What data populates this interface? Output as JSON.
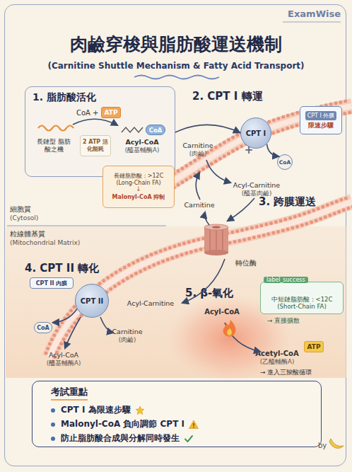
{
  "diagram": {
    "title": "肉鹼穿梭與脂肪酸運送機制",
    "nodes": [
      {
        "text": [
          "1. 脂肪酸活化"
        ]
      },
      {
        "text": [
          "ATP"
        ],
        "in": 0
      },
      {
        "text": [
          "2 ATP 活化能耗"
        ],
        "in": 0
      },
      {
        "text": [
          "CoA"
        ],
        "in": 0
      },
      {
        "text": [
          "長鏈脂肪酸：>12C (Long-Chain FA)",
          "↓",
          "Malonyl-CoA 抑制"
        ]
      },
      {
        "text": [
          "CPT I"
        ]
      },
      {
        "text": [
          "CPT I 外膜",
          "限速步驟"
        ]
      },
      {
        "text": [
          "CoA"
        ]
      },
      {
        "text": [
          "轉位酶"
        ]
      },
      {
        "text": [
          "CPT II"
        ]
      },
      {
        "text": [
          "CPT II 內膜"
        ]
      },
      {
        "text": [
          "CoA"
        ]
      },
      {
        "text": [
          "label_success",
          "中短鏈脂肪酸：<12C (Short-Chain FA)"
        ]
      },
      {
        "text": [
          "ATP"
        ]
      },
      {
        "text": [
          "考試重點",
          "CPT I 為限速步驟",
          "Malonyl-CoA 負向調節 CPT I",
          "防止脂肪酸合成與分解同時發生"
        ]
      }
    ],
    "edges": [
      {
        "from": 0,
        "to": 5,
        "arrow": "to"
      },
      {
        "from": 5,
        "to": 7,
        "arrow": "to"
      },
      {
        "from": 9,
        "to": 11,
        "arrow": "to"
      }
    ],
    "labels": [
      "ExamWise",
      "(Carnitine Shuttle Mechanism & Fatty Acid Transport)",
      "CoA +",
      "長鏈型 脂肪酸之機",
      "Acyl-CoA",
      "(醯基輔酶A)",
      "2. CPT I 轉運",
      "+",
      "Carnitine",
      "(肉鹼)",
      "Acyl-Carnitine",
      "(醯基肉鹼)",
      "細胞質",
      "(Cytosol)",
      "粒線體基質",
      "(Mitochondrial Matrix)",
      "Carnitine",
      "3. 跨膜運送",
      "4. CPT II 轉化",
      "Acyl-Carnitine",
      "Carnitine",
      "(肉鹼)",
      "Acyl-CoA",
      "(醯基輔酶A)",
      "5. β-氧化",
      "Acyl-CoA",
      "→ 直接擴散",
      "Acetyl-CoA",
      "(乙醯輔酶A)",
      "→ 進入三羧酸循環",
      "by"
    ]
  }
}
